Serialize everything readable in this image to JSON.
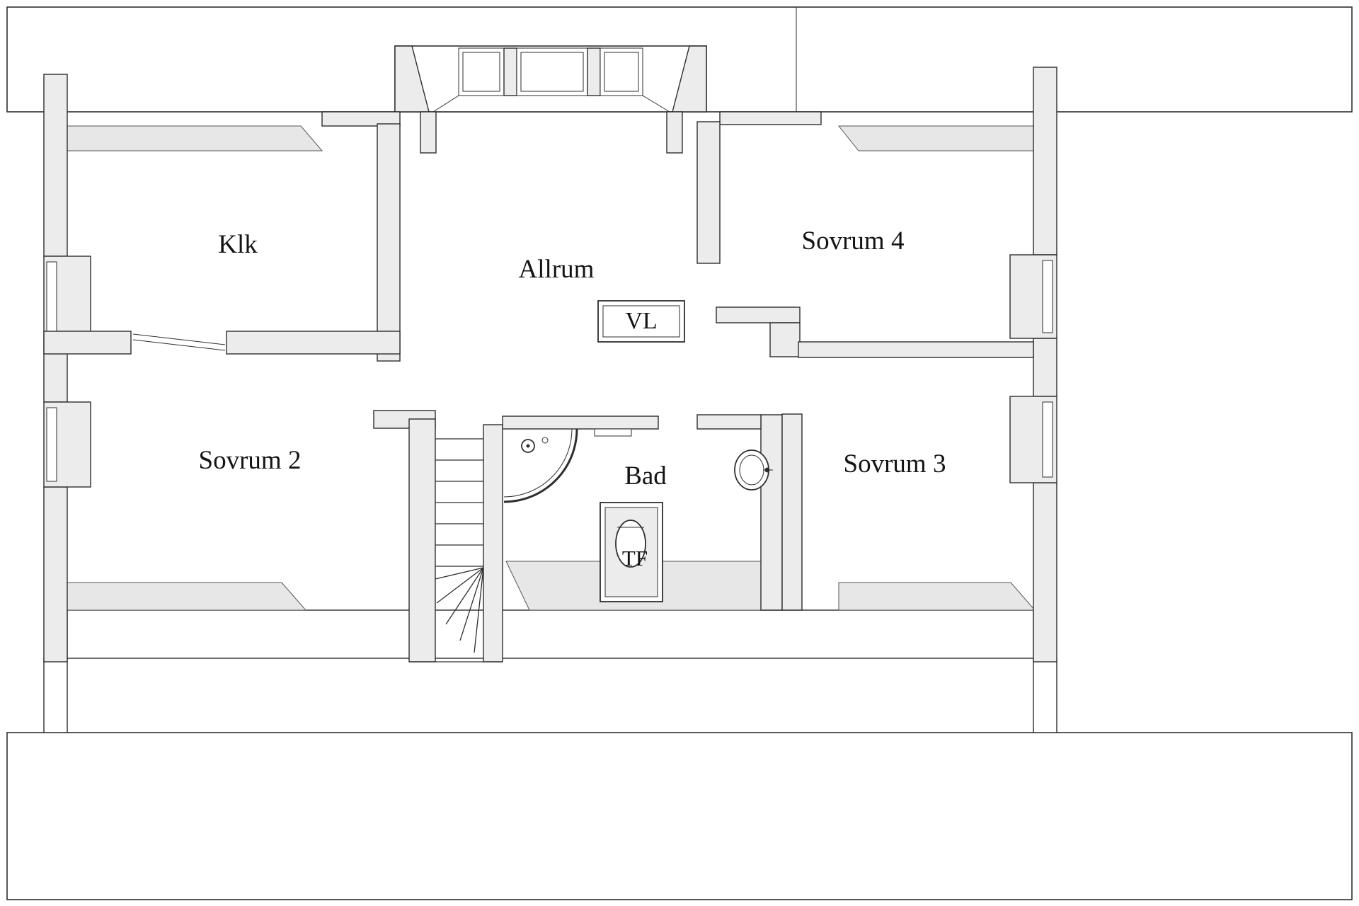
{
  "colors": {
    "background": "#ffffff",
    "line": "#2e2e2e",
    "wall_fill": "#ececec",
    "knee_band": "#e7e7e7",
    "text": "#141414"
  },
  "rooms": {
    "klk": {
      "label": "Klk"
    },
    "allrum": {
      "label": "Allrum"
    },
    "sovrum4": {
      "label": "Sovrum 4"
    },
    "sovrum2": {
      "label": "Sovrum 2"
    },
    "bad": {
      "label": "Bad"
    },
    "sovrum3": {
      "label": "Sovrum 3"
    }
  },
  "annotations": {
    "vl": {
      "label": "VL"
    },
    "tf": {
      "label": "TF"
    }
  }
}
